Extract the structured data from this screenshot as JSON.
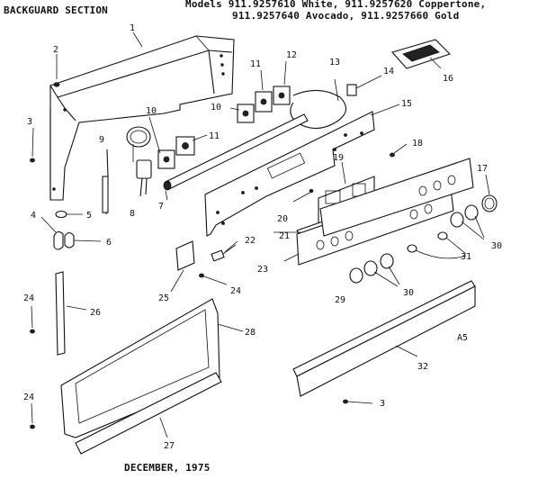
{
  "header": {
    "section_title": "BACKGUARD SECTION",
    "models_line1": "Models 911.9257610 White, 911.9257620 Coppertone,",
    "models_line2": "911.9257640 Avocado, 911.9257660 Gold"
  },
  "footer": {
    "date": "DECEMBER, 1975"
  },
  "code": "A5",
  "callouts": {
    "c1": "1",
    "c2": "2",
    "c3": "3",
    "c3b": "3",
    "c4": "4",
    "c5": "5",
    "c6": "6",
    "c7": "7",
    "c8": "8",
    "c9": "9",
    "c10": "10",
    "c10b": "10",
    "c11": "11",
    "c11b": "11",
    "c12": "12",
    "c13": "13",
    "c14": "14",
    "c15": "15",
    "c16": "16",
    "c17": "17",
    "c18": "18",
    "c19": "19",
    "c20": "20",
    "c21": "21",
    "c22": "22",
    "c23": "23",
    "c24": "24",
    "c24b": "24",
    "c24c": "24",
    "c25": "25",
    "c26": "26",
    "c27": "27",
    "c28": "28",
    "c29": "29",
    "c30": "30",
    "c30b": "30",
    "c31": "31",
    "c32": "32"
  }
}
